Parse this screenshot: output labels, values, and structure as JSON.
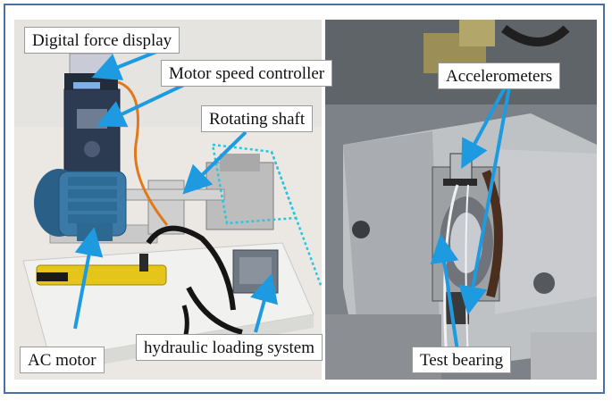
{
  "labels": {
    "digital_force_display": "Digital force display",
    "motor_speed_controller": "Motor speed controller",
    "rotating_shaft": "Rotating shaft",
    "ac_motor": "AC motor",
    "hydraulic_loading_system": "hydraulic loading system",
    "accelerometers": "Accelerometers",
    "test_bearing": "Test bearing"
  },
  "colors": {
    "frame_border": "#4a6fa5",
    "arrow": "#1e9be0",
    "dashed_highlight": "#27c6e0"
  }
}
